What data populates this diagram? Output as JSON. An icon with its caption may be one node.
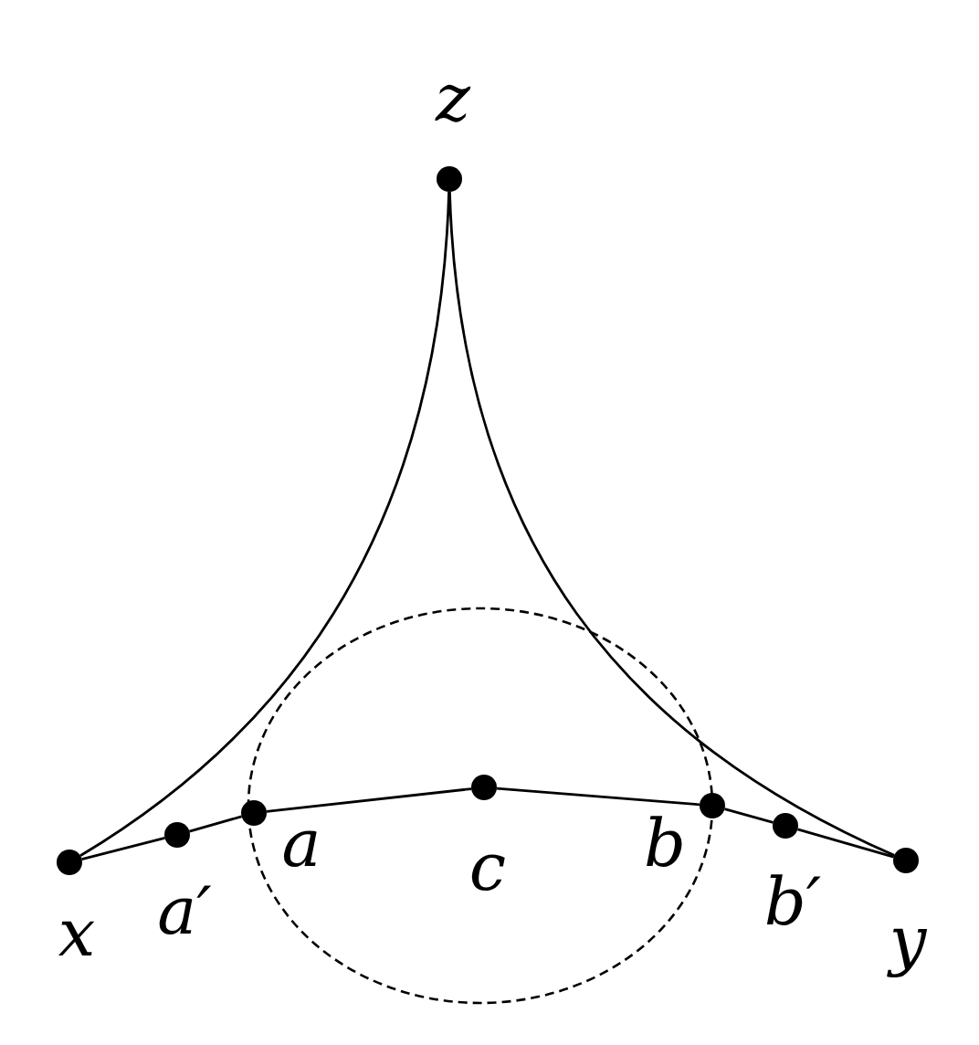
{
  "diagram": {
    "nodes": [
      {
        "text": [
          "z"
        ]
      },
      {
        "text": [
          "x"
        ]
      },
      {
        "text": [
          "a′"
        ]
      },
      {
        "text": [
          "a"
        ]
      },
      {
        "text": [
          "c"
        ]
      },
      {
        "text": [
          "b"
        ]
      },
      {
        "text": [
          "b′"
        ]
      },
      {
        "text": [
          "y"
        ]
      }
    ],
    "edges": [
      {
        "from": 0,
        "to": 1,
        "arrow": "none"
      },
      {
        "from": 0,
        "to": 7,
        "arrow": "none"
      },
      {
        "from": 1,
        "to": 2,
        "arrow": "none"
      },
      {
        "from": 2,
        "to": 3,
        "arrow": "none"
      },
      {
        "from": 3,
        "to": 4,
        "arrow": "none"
      },
      {
        "from": 4,
        "to": 5,
        "arrow": "none"
      },
      {
        "from": 5,
        "to": 6,
        "arrow": "none"
      },
      {
        "from": 6,
        "to": 7,
        "arrow": "none"
      }
    ]
  }
}
